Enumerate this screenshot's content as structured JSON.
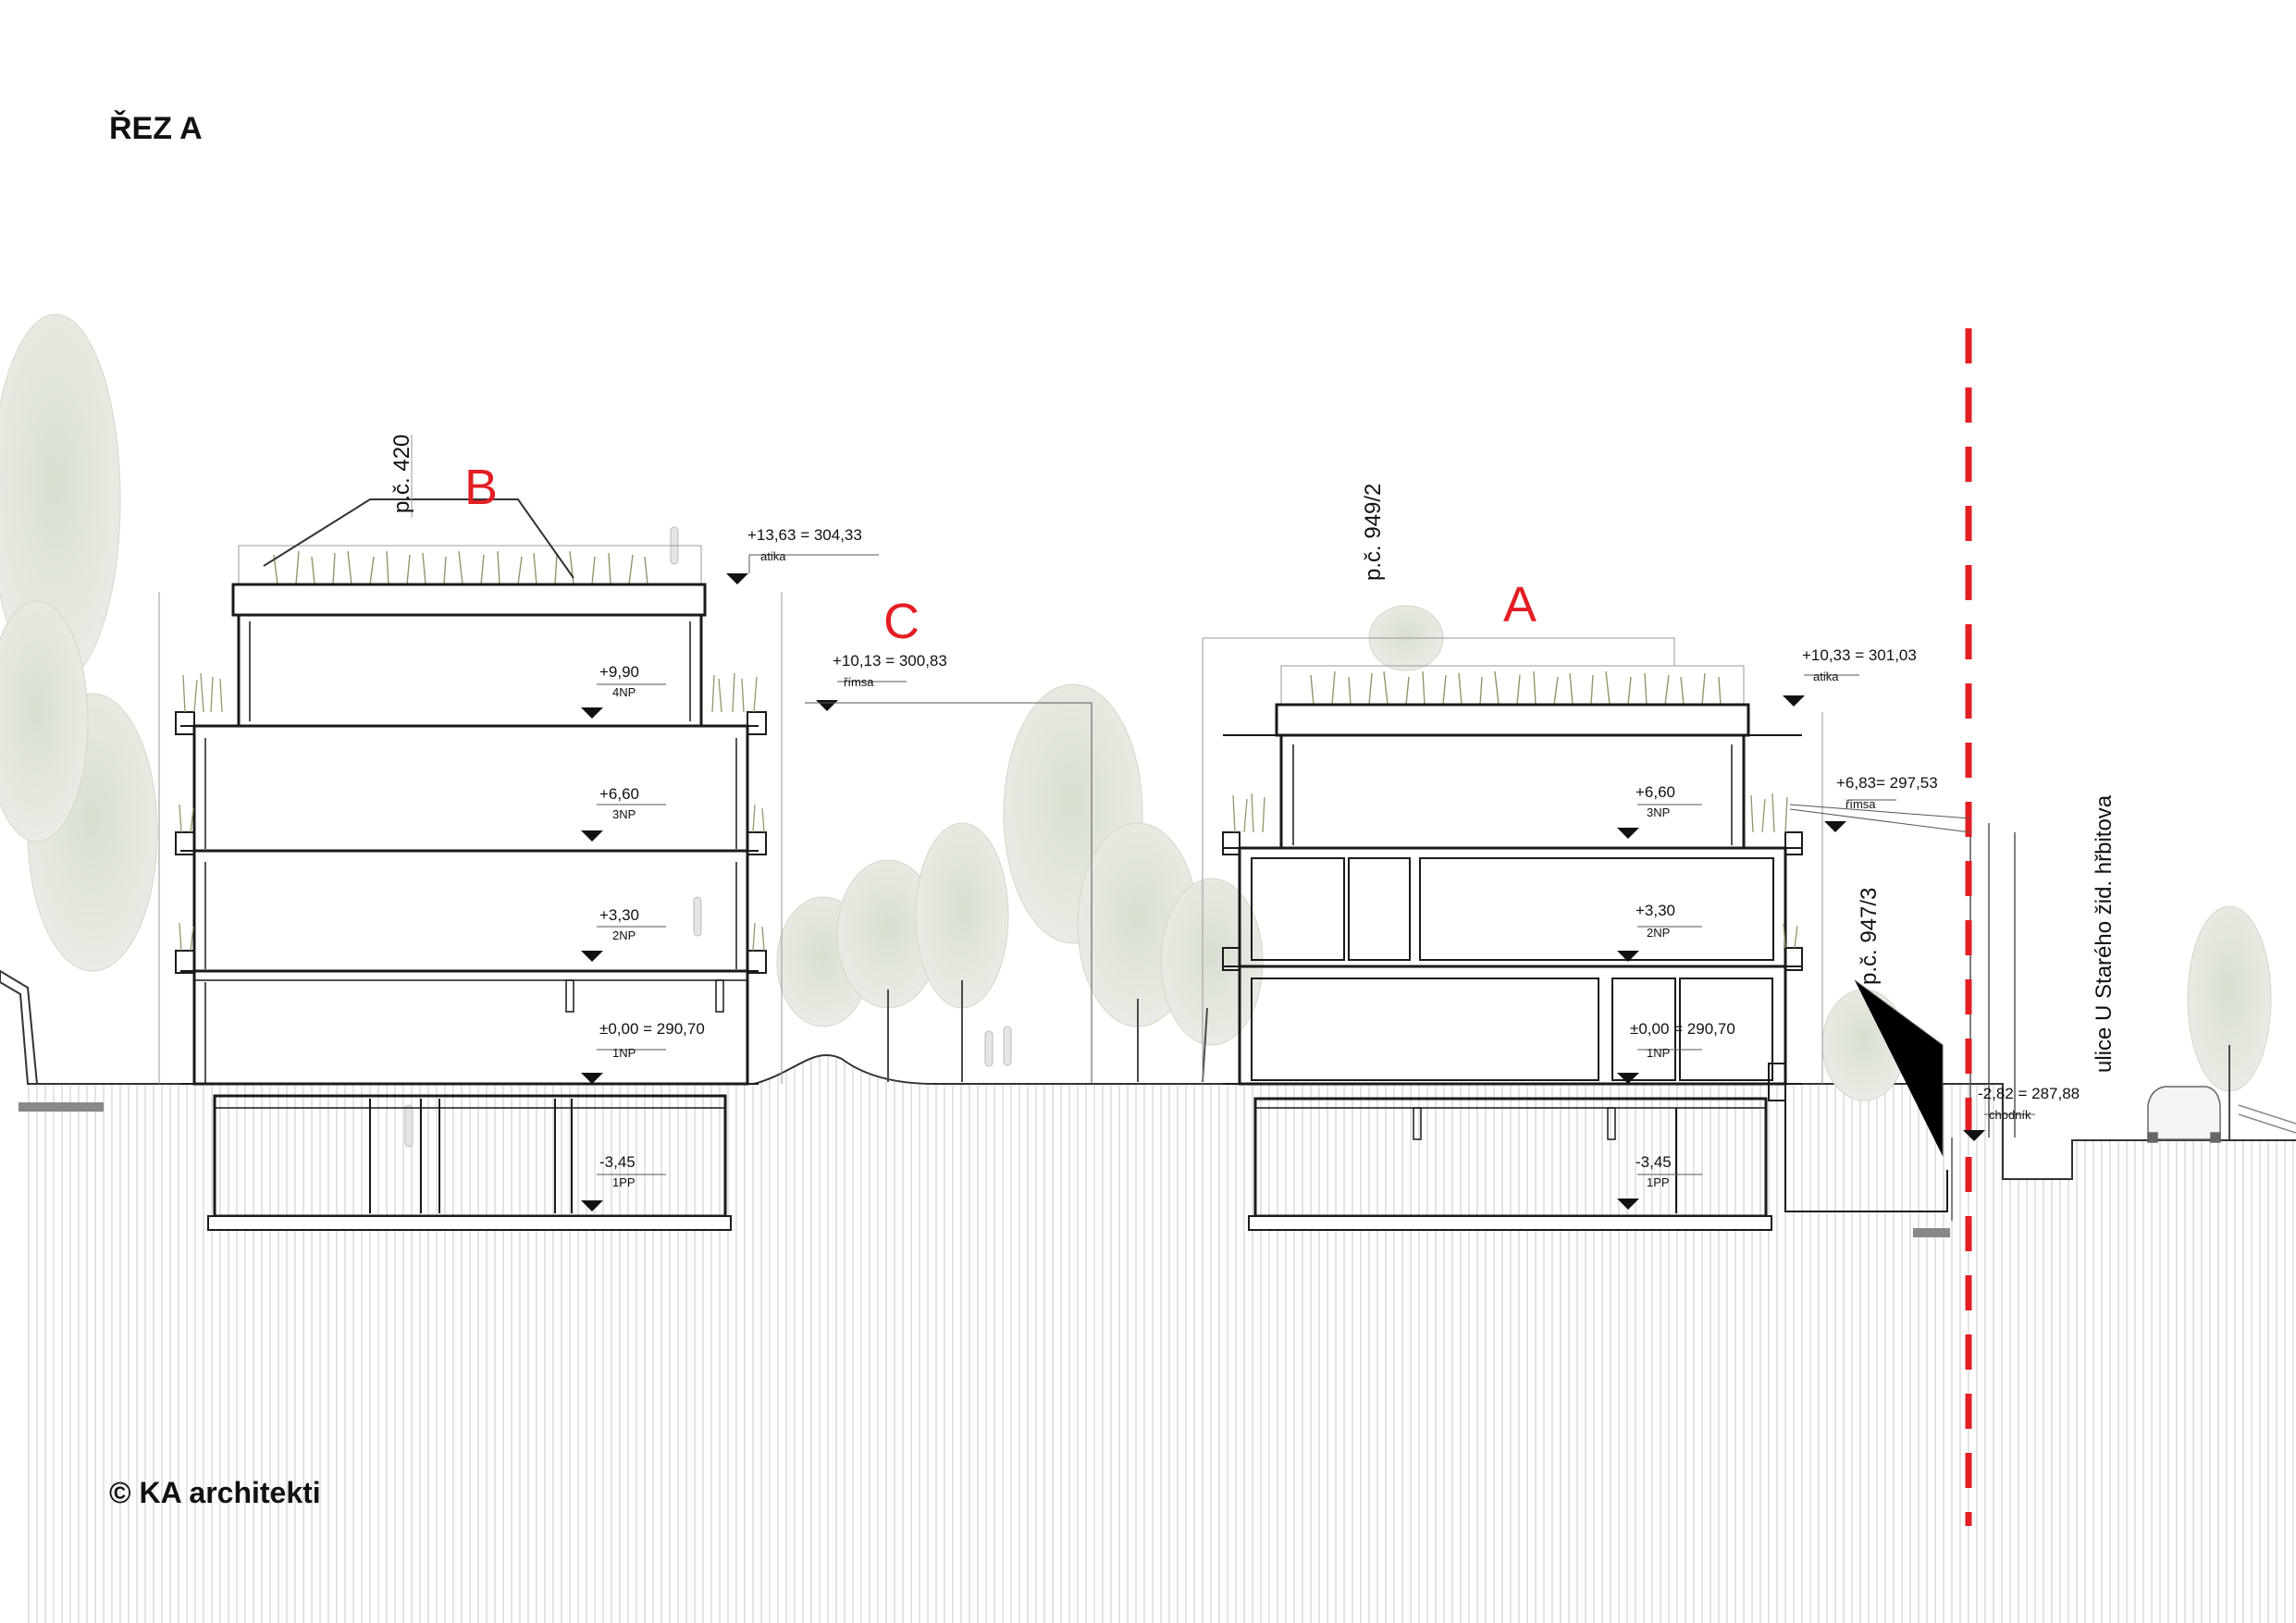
{
  "sheet": {
    "title": "ŘEZ A",
    "copyright": "© KA architekti"
  },
  "building_labels": {
    "b": "B",
    "c": "C",
    "a": "A"
  },
  "parcels": {
    "p420": "p.č. 420",
    "p949": "p.č. 949/2",
    "p947": "p.č. 947/3"
  },
  "street": "ulice U Starého žid. hřbitova",
  "levels": {
    "b_atika": {
      "value": "+13,63 = 304,33",
      "note": "atika"
    },
    "b_4np": {
      "value": "+9,90",
      "note": "4NP"
    },
    "b_3np": {
      "value": "+6,60",
      "note": "3NP"
    },
    "b_2np": {
      "value": "+3,30",
      "note": "2NP"
    },
    "b_1np": {
      "value": "±0,00 = 290,70",
      "note": "1NP"
    },
    "b_1pp": {
      "value": "-3,45",
      "note": "1PP"
    },
    "c_rimsa": {
      "value": "+10,13 = 300,83",
      "note": "římsa"
    },
    "a_atika": {
      "value": "+10,33 = 301,03",
      "note": "atika"
    },
    "a_3np": {
      "value": "+6,60",
      "note": "3NP"
    },
    "a_2np": {
      "value": "+3,30",
      "note": "2NP"
    },
    "a_1np": {
      "value": "±0,00 = 290,70",
      "note": "1NP"
    },
    "a_1pp": {
      "value": "-3,45",
      "note": "1PP"
    },
    "a_rimsa": {
      "value": "+6,83= 297,53",
      "note": "římsa"
    },
    "sidewalk": {
      "value": "-2,82 = 287,88",
      "note": "chodník"
    }
  },
  "colors": {
    "boundary": "#e31e24",
    "line": "#1a1a1a",
    "tree": "#cfd6c6",
    "grass": "#8b9a6a"
  }
}
